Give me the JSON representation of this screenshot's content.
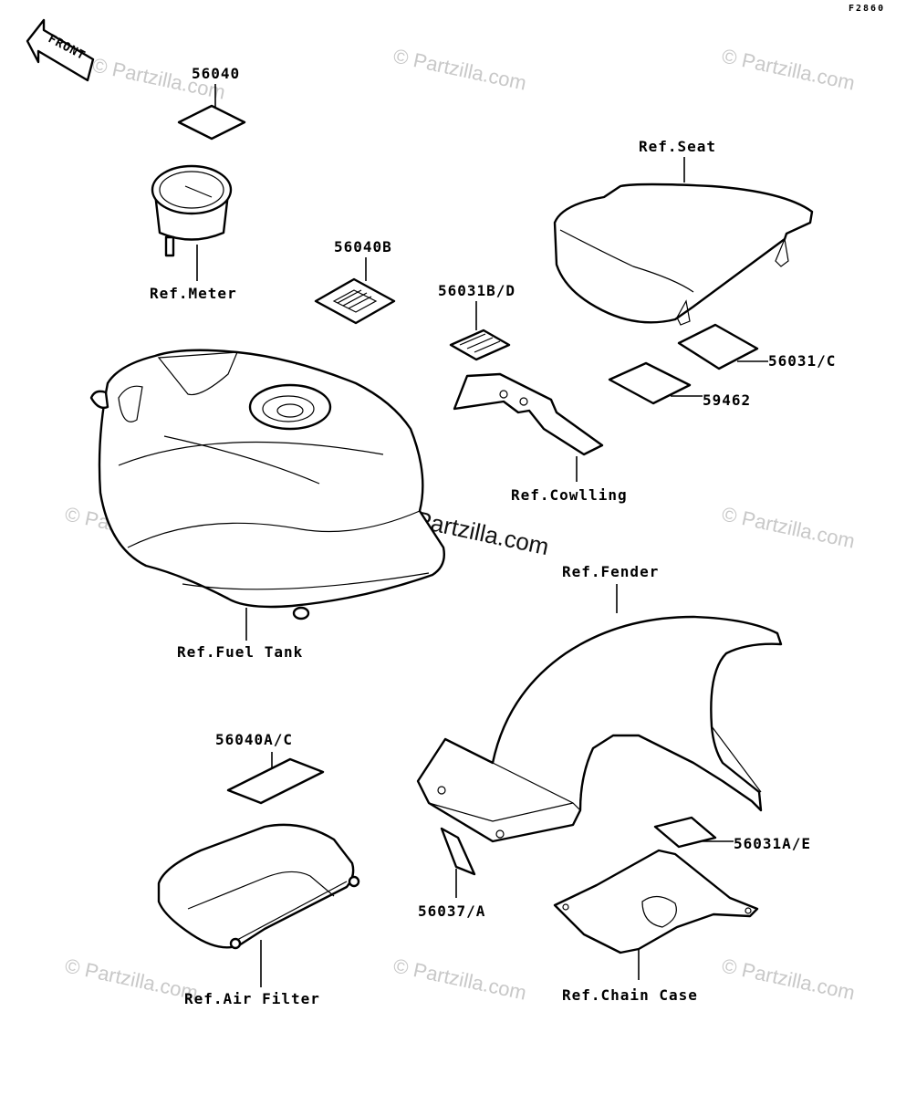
{
  "diagram_code": "F2860",
  "front_arrow_label": "FRONT",
  "watermark": "© Partzilla.com",
  "labels": {
    "p56040": "56040",
    "ref_meter": "Ref.Meter",
    "p56040b": "56040B",
    "p56031bd": "56031B/D",
    "ref_seat": "Ref.Seat",
    "p56031c": "56031/C",
    "p59462": "59462",
    "ref_cowling": "Ref.Cowlling",
    "ref_fuel_tank": "Ref.Fuel Tank",
    "ref_fender": "Ref.Fender",
    "p56040ac": "56040A/C",
    "p56031ae": "56031A/E",
    "p56037a": "56037/A",
    "ref_air_filter": "Ref.Air Filter",
    "ref_chain_case": "Ref.Chain Case"
  }
}
